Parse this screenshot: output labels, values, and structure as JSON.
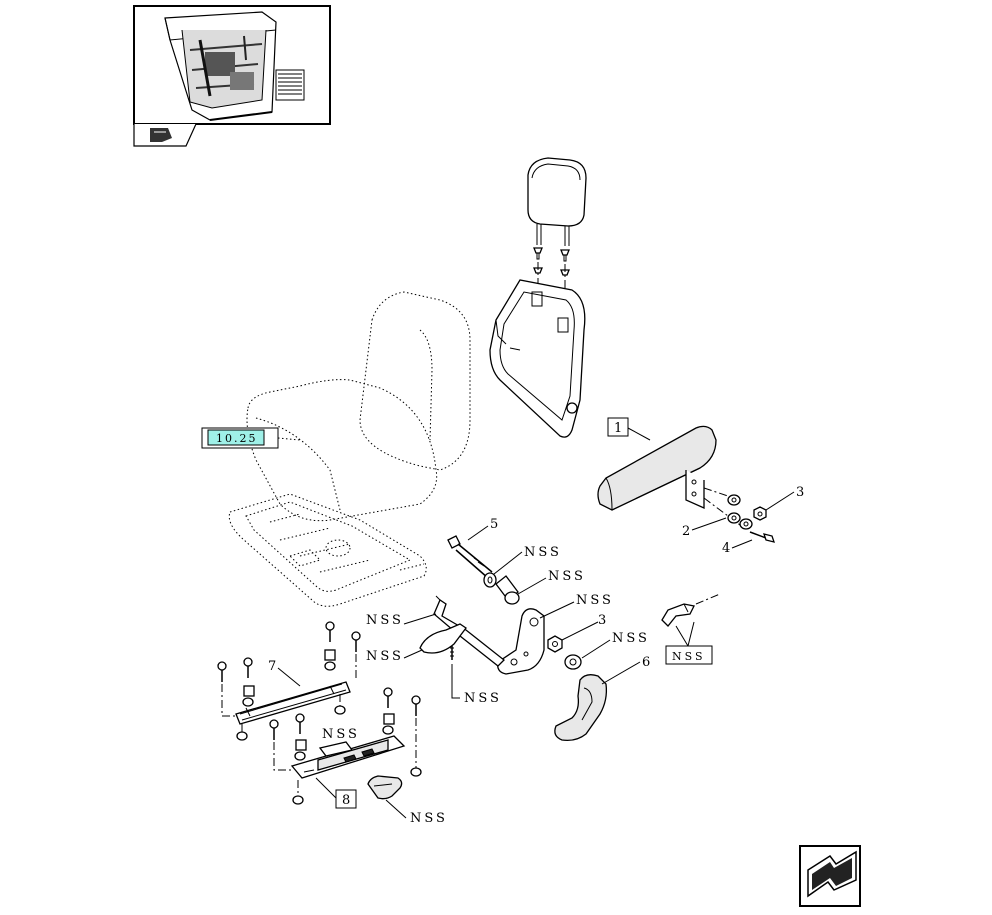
{
  "ref_box": {
    "label": "10.25",
    "color": "#9ff0e8"
  },
  "callouts": {
    "c1": "1",
    "c2": "2",
    "c3a": "3",
    "c3b": "3",
    "c4": "4",
    "c5": "5",
    "c6": "6",
    "c7": "7",
    "c8": "8"
  },
  "nss_labels": {
    "n1": "NSS",
    "n2": "NSS",
    "n3": "NSS",
    "n4": "NSS",
    "n5": "NSS",
    "n6": "NSS",
    "n7": "NSS",
    "n8": "NSS",
    "n9_boxed": "NSS"
  },
  "icons": {
    "thumbnail": "cab-thumbnail-icon",
    "thumbnail_tab": "section-tab-icon",
    "next_page": "next-page-arrow-icon"
  }
}
